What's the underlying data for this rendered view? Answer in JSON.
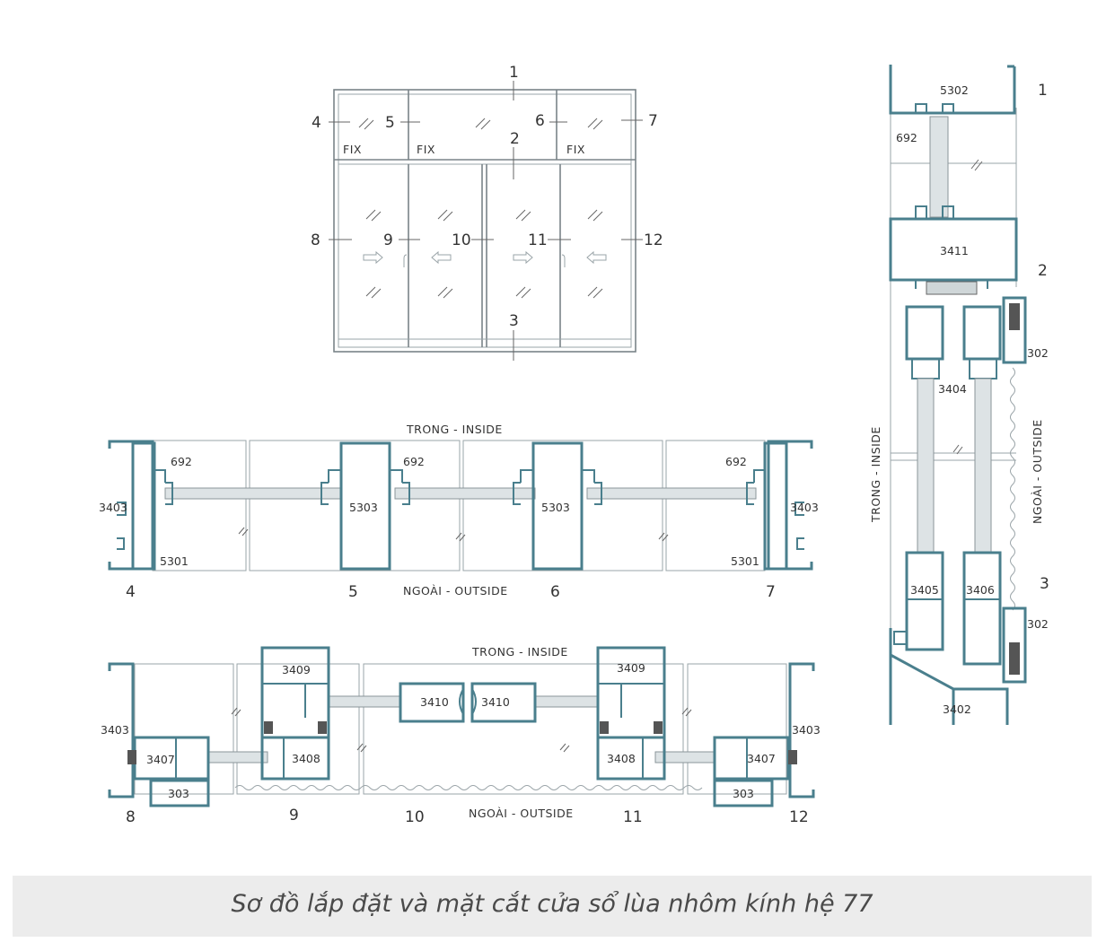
{
  "elevation": {
    "numbers": [
      "1",
      "2",
      "3",
      "4",
      "5",
      "6",
      "7",
      "8",
      "9",
      "10",
      "11",
      "12"
    ],
    "fix_label": "FIX"
  },
  "horizontal_top": {
    "inside_label": "TRONG - INSIDE",
    "outside_label": "NGOÀI - OUTSIDE",
    "codes": {
      "c692": "692",
      "c3403": "3403",
      "c5301": "5301",
      "c5303": "5303"
    },
    "numbers": [
      "4",
      "5",
      "6",
      "7"
    ]
  },
  "horizontal_bottom": {
    "inside_label": "TRONG - INSIDE",
    "outside_label": "NGOÀI - OUTSIDE",
    "codes": {
      "c3409": "3409",
      "c3410": "3410",
      "c3403": "3403",
      "c3407": "3407",
      "c3408": "3408",
      "c303": "303"
    },
    "numbers": [
      "8",
      "9",
      "10",
      "11",
      "12"
    ]
  },
  "vertical": {
    "inside_label": "TRONG - INSIDE",
    "outside_label": "NGOÀI - OUTSIDE",
    "codes": {
      "c5302": "5302",
      "c692": "692",
      "c3411": "3411",
      "c302": "302",
      "c3404": "3404",
      "c3405": "3405",
      "c3406": "3406",
      "c3402": "3402"
    },
    "numbers": [
      "1",
      "2",
      "3"
    ]
  },
  "caption": "Sơ đồ lắp đặt và mặt cắt cửa sổ lùa nhôm kính hệ 77",
  "colors": {
    "profile": "#4a7f8d",
    "caption_bg": "#ececec"
  }
}
